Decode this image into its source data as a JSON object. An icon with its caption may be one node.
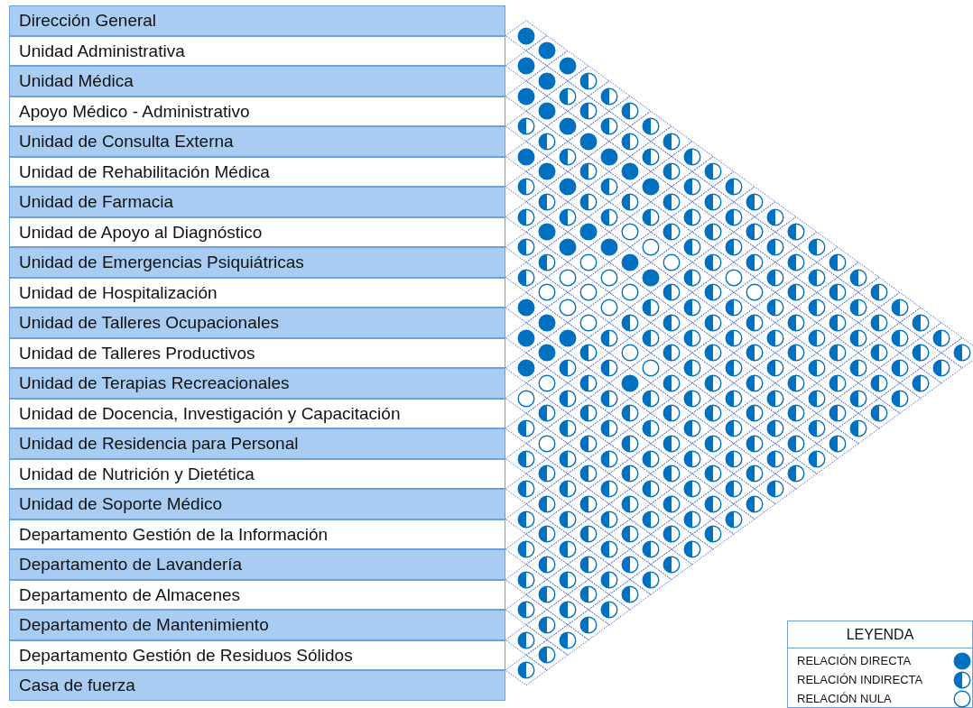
{
  "diagram": {
    "nodes": [
      {
        "text": [
          "Dirección General"
        ]
      },
      {
        "text": [
          "Unidad Administrativa"
        ]
      },
      {
        "text": [
          "Unidad Médica"
        ]
      },
      {
        "text": [
          "Apoyo Médico - Administrativo"
        ]
      },
      {
        "text": [
          "Unidad de Consulta Externa"
        ]
      },
      {
        "text": [
          "Unidad de Rehabilitación Médica"
        ]
      },
      {
        "text": [
          "Unidad de Farmacia"
        ]
      },
      {
        "text": [
          "Unidad de Apoyo al Diagnóstico"
        ]
      },
      {
        "text": [
          "Unidad de Emergencias Psiquiátricas"
        ]
      },
      {
        "text": [
          "Unidad de Hospitalización"
        ]
      },
      {
        "text": [
          "Unidad de Talleres Ocupacionales"
        ]
      },
      {
        "text": [
          "Unidad de Talleres Productivos"
        ]
      },
      {
        "text": [
          "Unidad de Terapias Recreacionales"
        ]
      },
      {
        "text": [
          "Unidad de Docencia, Investigación y Capacitación"
        ]
      },
      {
        "text": [
          "Unidad de Residencia para Personal"
        ]
      },
      {
        "text": [
          "Unidad de Nutrición y Dietética"
        ]
      },
      {
        "text": [
          "Unidad de Soporte Médico"
        ]
      },
      {
        "text": [
          "Departamento Gestión de la Información"
        ]
      },
      {
        "text": [
          "Departamento de Lavandería"
        ]
      },
      {
        "text": [
          "Departamento de Almacenes"
        ]
      },
      {
        "text": [
          "Departamento de Mantenimiento"
        ]
      },
      {
        "text": [
          "Departamento Gestión de Residuos Sólidos"
        ]
      },
      {
        "text": [
          "Casa de fuerza"
        ]
      },
      {
        "text": [],
        "shape": "disc"
      },
      {
        "text": [],
        "shape": "disc"
      },
      {
        "text": [],
        "shape": "disc"
      },
      {
        "text": [],
        "shape": "disc"
      },
      {
        "text": [],
        "shape": "disc"
      },
      {
        "text": [],
        "shape": "half-disc"
      },
      {
        "text": [],
        "shape": "disc"
      },
      {
        "text": [],
        "shape": "half-disc"
      },
      {
        "text": [],
        "shape": "half-disc"
      },
      {
        "text": [],
        "shape": "disc"
      },
      {
        "text": [],
        "shape": "half-disc"
      },
      {
        "text": [],
        "shape": "half-disc"
      },
      {
        "text": [],
        "shape": "half-disc"
      },
      {
        "text": [],
        "shape": "disc"
      },
      {
        "text": [],
        "shape": "half-disc"
      },
      {
        "text": [],
        "shape": "half-disc"
      },
      {
        "text": [],
        "shape": "half-disc"
      },
      {
        "text": [],
        "shape": "disc"
      },
      {
        "text": [],
        "shape": "half-disc"
      },
      {
        "text": [],
        "shape": "half-disc"
      },
      {
        "text": [],
        "shape": "disc"
      },
      {
        "text": [],
        "shape": "half-disc"
      },
      {
        "text": [],
        "shape": "disc"
      },
      {
        "text": [],
        "shape": "half-disc"
      },
      {
        "text": [],
        "shape": "half-disc"
      },
      {
        "text": [],
        "shape": "disc"
      },
      {
        "text": [],
        "shape": "half-disc"
      },
      {
        "text": [],
        "shape": "disc"
      },
      {
        "text": [],
        "shape": "half-disc"
      },
      {
        "text": [],
        "shape": "half-disc"
      },
      {
        "text": [],
        "shape": "half-disc"
      },
      {
        "text": [],
        "shape": "disc"
      },
      {
        "text": [],
        "shape": "half-disc"
      },
      {
        "text": [],
        "shape": "disc"
      },
      {
        "text": [],
        "shape": "half-disc"
      },
      {
        "text": [],
        "shape": "half-disc"
      },
      {
        "text": [],
        "shape": "half-disc"
      },
      {
        "text": [],
        "shape": "half-disc"
      },
      {
        "text": [],
        "shape": "half-disc"
      },
      {
        "text": [],
        "shape": "half-disc"
      },
      {
        "text": [],
        "shape": "half-disc"
      },
      {
        "text": [],
        "shape": "half-disc"
      },
      {
        "text": [],
        "shape": "half-disc"
      },
      {
        "text": [],
        "shape": "half-disc"
      },
      {
        "text": [],
        "shape": "half-disc"
      },
      {
        "text": [],
        "shape": "half-disc"
      },
      {
        "text": [],
        "shape": "half-disc"
      },
      {
        "text": [],
        "shape": "half-disc"
      },
      {
        "text": [],
        "shape": "half-disc"
      },
      {
        "text": [],
        "shape": "disc"
      },
      {
        "text": [],
        "shape": "disc"
      },
      {
        "text": [],
        "shape": "circle"
      },
      {
        "text": [],
        "shape": "half-disc"
      },
      {
        "text": [],
        "shape": "half-disc"
      },
      {
        "text": [],
        "shape": "half-disc"
      },
      {
        "text": [],
        "shape": "half-disc"
      },
      {
        "text": [],
        "shape": "half-disc"
      },
      {
        "text": [],
        "shape": "disc"
      },
      {
        "text": [],
        "shape": "disc"
      },
      {
        "text": [],
        "shape": "circle"
      },
      {
        "text": [],
        "shape": "half-disc"
      },
      {
        "text": [],
        "shape": "half-disc"
      },
      {
        "text": [],
        "shape": "half-disc"
      },
      {
        "text": [],
        "shape": "half-disc"
      },
      {
        "text": [],
        "shape": "half-disc"
      },
      {
        "text": [],
        "shape": "circle"
      },
      {
        "text": [],
        "shape": "disc"
      },
      {
        "text": [],
        "shape": "circle"
      },
      {
        "text": [],
        "shape": "half-disc"
      },
      {
        "text": [],
        "shape": "half-disc"
      },
      {
        "text": [],
        "shape": "half-disc"
      },
      {
        "text": [],
        "shape": "half-disc"
      },
      {
        "text": [],
        "shape": "half-disc"
      },
      {
        "text": [],
        "shape": "circle"
      },
      {
        "text": [],
        "shape": "circle"
      },
      {
        "text": [],
        "shape": "disc"
      },
      {
        "text": [],
        "shape": "half-disc"
      },
      {
        "text": [],
        "shape": "circle"
      },
      {
        "text": [],
        "shape": "half-disc"
      },
      {
        "text": [],
        "shape": "half-disc"
      },
      {
        "text": [],
        "shape": "half-disc"
      },
      {
        "text": [],
        "shape": "circle"
      },
      {
        "text": [],
        "shape": "circle"
      },
      {
        "text": [],
        "shape": "circle"
      },
      {
        "text": [],
        "shape": "half-disc"
      },
      {
        "text": [],
        "shape": "half-disc"
      },
      {
        "text": [],
        "shape": "circle"
      },
      {
        "text": [],
        "shape": "half-disc"
      },
      {
        "text": [],
        "shape": "half-disc"
      },
      {
        "text": [],
        "shape": "half-disc"
      },
      {
        "text": [],
        "shape": "disc"
      },
      {
        "text": [],
        "shape": "circle"
      },
      {
        "text": [],
        "shape": "circle"
      },
      {
        "text": [],
        "shape": "half-disc"
      },
      {
        "text": [],
        "shape": "half-disc"
      },
      {
        "text": [],
        "shape": "half-disc"
      },
      {
        "text": [],
        "shape": "half-disc"
      },
      {
        "text": [],
        "shape": "half-disc"
      },
      {
        "text": [],
        "shape": "half-disc"
      },
      {
        "text": [],
        "shape": "half-disc"
      },
      {
        "text": [],
        "shape": "disc"
      },
      {
        "text": [],
        "shape": "circle"
      },
      {
        "text": [],
        "shape": "half-disc"
      },
      {
        "text": [],
        "shape": "half-disc"
      },
      {
        "text": [],
        "shape": "half-disc"
      },
      {
        "text": [],
        "shape": "half-disc"
      },
      {
        "text": [],
        "shape": "half-disc"
      },
      {
        "text": [],
        "shape": "half-disc"
      },
      {
        "text": [],
        "shape": "half-disc"
      },
      {
        "text": [],
        "shape": "half-disc"
      },
      {
        "text": [],
        "shape": "disc"
      },
      {
        "text": [],
        "shape": "disc"
      },
      {
        "text": [],
        "shape": "half-disc"
      },
      {
        "text": [],
        "shape": "half-disc"
      },
      {
        "text": [],
        "shape": "half-disc"
      },
      {
        "text": [],
        "shape": "half-disc"
      },
      {
        "text": [],
        "shape": "half-disc"
      },
      {
        "text": [],
        "shape": "half-disc"
      },
      {
        "text": [],
        "shape": "half-disc"
      },
      {
        "text": [],
        "shape": "half-disc"
      },
      {
        "text": [],
        "shape": "half-disc"
      },
      {
        "text": [],
        "shape": "disc"
      },
      {
        "text": [],
        "shape": "half-disc"
      },
      {
        "text": [],
        "shape": "circle"
      },
      {
        "text": [],
        "shape": "half-disc"
      },
      {
        "text": [],
        "shape": "half-disc"
      },
      {
        "text": [],
        "shape": "half-disc"
      },
      {
        "text": [],
        "shape": "half-disc"
      },
      {
        "text": [],
        "shape": "half-disc"
      },
      {
        "text": [],
        "shape": "half-disc"
      },
      {
        "text": [],
        "shape": "half-disc"
      },
      {
        "text": [],
        "shape": "half-disc"
      },
      {
        "text": [],
        "shape": "disc"
      },
      {
        "text": [],
        "shape": "half-disc"
      },
      {
        "text": [],
        "shape": "half-disc"
      },
      {
        "text": [],
        "shape": "circle"
      },
      {
        "text": [],
        "shape": "half-disc"
      },
      {
        "text": [],
        "shape": "half-disc"
      },
      {
        "text": [],
        "shape": "half-disc"
      },
      {
        "text": [],
        "shape": "half-disc"
      },
      {
        "text": [],
        "shape": "half-disc"
      },
      {
        "text": [],
        "shape": "half-disc"
      },
      {
        "text": [],
        "shape": "half-disc"
      },
      {
        "text": [],
        "shape": "circle"
      },
      {
        "text": [],
        "shape": "half-disc"
      },
      {
        "text": [],
        "shape": "disc"
      },
      {
        "text": [],
        "shape": "half-disc"
      },
      {
        "text": [],
        "shape": "half-disc"
      },
      {
        "text": [],
        "shape": "half-disc"
      },
      {
        "text": [],
        "shape": "half-disc"
      },
      {
        "text": [],
        "shape": "half-disc"
      },
      {
        "text": [],
        "shape": "half-disc"
      },
      {
        "text": [],
        "shape": "half-disc"
      },
      {
        "text": [],
        "shape": "circle"
      },
      {
        "text": [],
        "shape": "half-disc"
      },
      {
        "text": [],
        "shape": "half-disc"
      },
      {
        "text": [],
        "shape": "half-disc"
      },
      {
        "text": [],
        "shape": "half-disc"
      },
      {
        "text": [],
        "shape": "half-disc"
      },
      {
        "text": [],
        "shape": "half-disc"
      },
      {
        "text": [],
        "shape": "half-disc"
      },
      {
        "text": [],
        "shape": "half-disc"
      },
      {
        "text": [],
        "shape": "half-disc"
      },
      {
        "text": [],
        "shape": "half-disc"
      },
      {
        "text": [],
        "shape": "half-disc"
      },
      {
        "text": [],
        "shape": "half-disc"
      },
      {
        "text": [],
        "shape": "half-disc"
      },
      {
        "text": [],
        "shape": "half-disc"
      },
      {
        "text": [],
        "shape": "half-disc"
      },
      {
        "text": [],
        "shape": "half-disc"
      },
      {
        "text": [],
        "shape": "half-disc"
      },
      {
        "text": [],
        "shape": "half-disc"
      },
      {
        "text": [],
        "shape": "half-disc"
      },
      {
        "text": [],
        "shape": "half-disc"
      },
      {
        "text": [],
        "shape": "half-disc"
      },
      {
        "text": [],
        "shape": "half-disc"
      },
      {
        "text": [],
        "shape": "half-disc"
      },
      {
        "text": [],
        "shape": "half-disc"
      },
      {
        "text": [],
        "shape": "half-disc"
      },
      {
        "text": [],
        "shape": "half-disc"
      },
      {
        "text": [],
        "shape": "half-disc"
      },
      {
        "text": [],
        "shape": "circle"
      },
      {
        "text": [],
        "shape": "half-disc"
      },
      {
        "text": [],
        "shape": "half-disc"
      },
      {
        "text": [],
        "shape": "half-disc"
      },
      {
        "text": [],
        "shape": "half-disc"
      },
      {
        "text": [],
        "shape": "half-disc"
      },
      {
        "text": [],
        "shape": "half-disc"
      },
      {
        "text": [],
        "shape": "half-disc"
      },
      {
        "text": [],
        "shape": "half-disc"
      },
      {
        "text": [],
        "shape": "half-disc"
      },
      {
        "text": [],
        "shape": "half-disc"
      },
      {
        "text": [],
        "shape": "half-disc"
      },
      {
        "text": [],
        "shape": "half-disc"
      },
      {
        "text": [],
        "shape": "half-disc"
      },
      {
        "text": [],
        "shape": "half-disc"
      },
      {
        "text": [],
        "shape": "half-disc"
      },
      {
        "text": [],
        "shape": "half-disc"
      },
      {
        "text": [],
        "shape": "half-disc"
      },
      {
        "text": [],
        "shape": "half-disc"
      },
      {
        "text": [],
        "shape": "half-disc"
      },
      {
        "text": [],
        "shape": "half-disc"
      },
      {
        "text": [],
        "shape": "half-disc"
      },
      {
        "text": [],
        "shape": "half-disc"
      },
      {
        "text": [],
        "shape": "half-disc"
      },
      {
        "text": [],
        "shape": "half-disc"
      },
      {
        "text": [],
        "shape": "half-disc"
      },
      {
        "text": [],
        "shape": "half-disc"
      },
      {
        "text": [],
        "shape": "half-disc"
      },
      {
        "text": [],
        "shape": "half-disc"
      },
      {
        "text": [],
        "shape": "half-disc"
      },
      {
        "text": [],
        "shape": "half-disc"
      },
      {
        "text": [],
        "shape": "half-disc"
      },
      {
        "text": [],
        "shape": "half-disc"
      },
      {
        "text": [],
        "shape": "half-disc"
      },
      {
        "text": [],
        "shape": "half-disc"
      },
      {
        "text": [],
        "shape": "half-disc"
      },
      {
        "text": [],
        "shape": "half-disc"
      },
      {
        "text": [],
        "shape": "half-disc"
      },
      {
        "text": [],
        "shape": "half-disc"
      },
      {
        "text": [],
        "shape": "half-disc"
      },
      {
        "text": [],
        "shape": "half-disc"
      },
      {
        "text": [],
        "shape": "half-disc"
      },
      {
        "text": [],
        "shape": "half-disc"
      },
      {
        "text": [],
        "shape": "half-disc"
      },
      {
        "text": [],
        "shape": "half-disc"
      },
      {
        "text": [],
        "shape": "half-disc"
      },
      {
        "text": [],
        "shape": "half-disc"
      },
      {
        "text": [],
        "shape": "half-disc"
      },
      {
        "text": [],
        "shape": "half-disc"
      },
      {
        "text": [],
        "shape": "half-disc"
      },
      {
        "text": [],
        "shape": "half-disc"
      },
      {
        "text": [],
        "shape": "half-disc"
      },
      {
        "text": [],
        "shape": "half-disc"
      },
      {
        "text": [],
        "shape": "half-disc"
      },
      {
        "text": [],
        "shape": "half-disc"
      },
      {
        "text": [],
        "shape": "half-disc"
      },
      {
        "text": [],
        "shape": "half-disc"
      },
      {
        "text": [],
        "shape": "half-disc"
      },
      {
        "text": [],
        "shape": "half-disc"
      },
      {
        "text": [],
        "shape": "half-disc"
      },
      {
        "text": [],
        "shape": "half-disc"
      },
      {
        "text": [],
        "shape": "half-disc"
      },
      {
        "text": [],
        "shape": "half-disc"
      },
      {
        "text": [],
        "shape": "half-disc"
      },
      {
        "text": [],
        "shape": "half-disc"
      },
      {
        "text": [],
        "shape": "half-disc"
      },
      {
        "text": [],
        "shape": "half-disc"
      },
      {
        "text": [],
        "shape": "half-disc"
      },
      {
        "text": [],
        "shape": "half-disc"
      },
      {
        "text": [],
        "shape": "half-disc"
      },
      {
        "text": [],
        "shape": "half-disc"
      },
      {
        "text": [],
        "shape": "half-disc"
      }
    ],
    "labels": [
      "LEYENDA"
    ],
    "legend": [
      {
        "text": "RELACIÓN DIRECTA"
      },
      {
        "text": "RELACIÓN INDIRECTA"
      },
      {
        "text": "RELACIÓN NULA"
      }
    ]
  }
}
